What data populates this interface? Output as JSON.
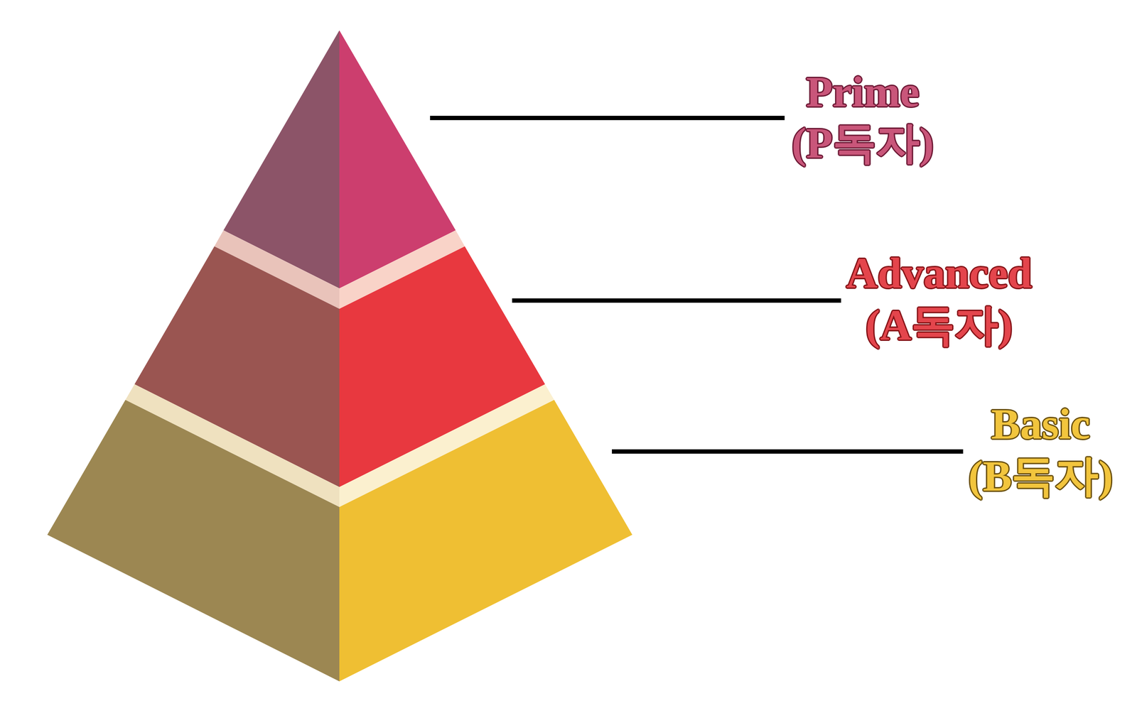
{
  "diagram": {
    "labels": [
      "Prime",
      "(P독자)",
      "Advanced",
      "(A독자)",
      "Basic",
      "(B독자)"
    ]
  }
}
